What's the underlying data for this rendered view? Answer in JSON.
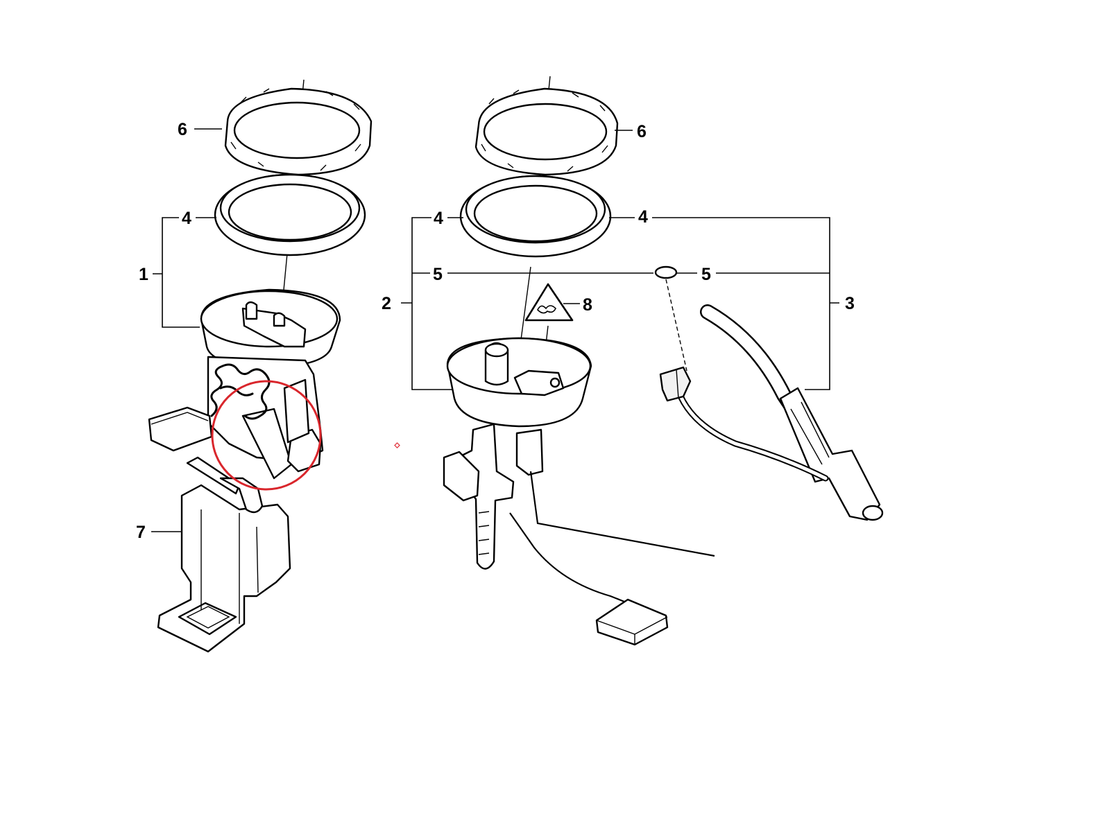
{
  "callouts": {
    "c1": "1",
    "c2": "2",
    "c3": "3",
    "c4a": "4",
    "c4b": "4",
    "c4c": "4",
    "c5a": "5",
    "c5b": "5",
    "c6a": "6",
    "c6b": "6",
    "c7": "7",
    "c8": "8"
  },
  "colors": {
    "highlight_circle": "#d9262c",
    "marker_dot": "#e0303a"
  },
  "icons": {
    "warning_label": "triangle-warning-icon"
  }
}
